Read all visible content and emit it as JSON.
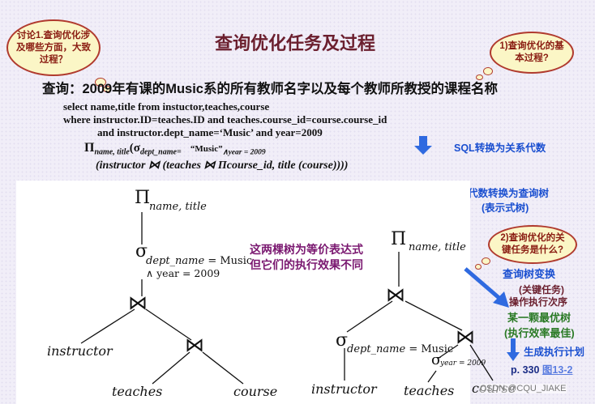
{
  "title": "查询优化任务及过程",
  "bubbles": {
    "left": "讨论1.查询优化涉及哪些方面，大致过程？",
    "right_top": "1)查询优化的基本过程?",
    "right_mid": "2)查询优化的关键任务是什么?"
  },
  "query": "查询：2009年有课的Music系的所有教师名字以及每个教师所教授的课程名称",
  "sql": {
    "line1": "select name,title from instuctor,teaches,course",
    "line2": "where instructor.ID=teaches.ID and teaches.course_id=course.course_id",
    "line3": "and instructor.dept_name=‘Music’ and year=2009"
  },
  "ra": {
    "line1_pi": "Π",
    "line1_sub": "name, title",
    "line1_rest": "(σ",
    "line1_sub2": "dept_name=",
    "line1_music": "“Music”",
    "line1_cond": "∧year = 2009",
    "line2": "(instructor ⋈ (teaches ⋈ Πcourse_id, title (course))))"
  },
  "steps": {
    "sql_to_ra": "SQL转换为关系代数",
    "ra_to_tree": "关系代数转换为查询树",
    "ra_to_tree2": "(表示式树)",
    "tree_transform": "查询树变换",
    "key_task": "(关键任务)",
    "order": "操作执行次序",
    "best_tree": "某一颗最优树",
    "best_tree2": "(执行效率最佳)",
    "gen_plan": "生成执行计划",
    "page_ref": "p. 330",
    "fig_ref": "图13-2"
  },
  "note": {
    "line1": "这两棵树为等价表达式",
    "line2": "但它们的执行效果不同"
  },
  "tree_left": {
    "pi": "Π",
    "pi_sub": "name, title",
    "sigma": "σ",
    "sigma_sub": "dept_name",
    "sigma_eq": " = Music",
    "cond": "∧ year = 2009",
    "join": "⋈",
    "instructor": "instructor",
    "teaches": "teaches",
    "course": "course"
  },
  "tree_right": {
    "pi": "Π",
    "pi_sub": "name, title",
    "join": "⋈",
    "sigma": "σ",
    "sigma_sub": "dept_name",
    "sigma_eq": " = Music",
    "sigma2_sub": "year = 2009",
    "instructor": "instructor",
    "teaches": "teaches",
    "course": "course"
  },
  "watermark": "CSDN @CQU_JIAKE",
  "colors": {
    "title": "#6b1f2e",
    "blue": "#1a4fd0",
    "green": "#2a7a25",
    "purple": "#7a1870",
    "bubble_fill": "#fbf6c6",
    "bubble_border": "#b03a2e"
  }
}
